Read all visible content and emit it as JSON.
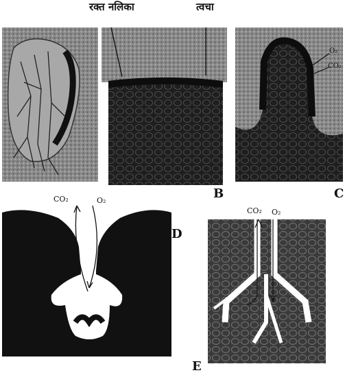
{
  "labels": {
    "blood_vessel": "रक्त नलिका",
    "skin": "त्वचा",
    "B": "B",
    "C": "C",
    "D": "D",
    "E": "E"
  },
  "gas_labels": {
    "co2": "CO₂",
    "o2": "O₂"
  },
  "colors": {
    "dark": "#1a1a1a",
    "medium": "#7a7a7a",
    "light": "#bdbdbd",
    "white": "#ffffff"
  }
}
